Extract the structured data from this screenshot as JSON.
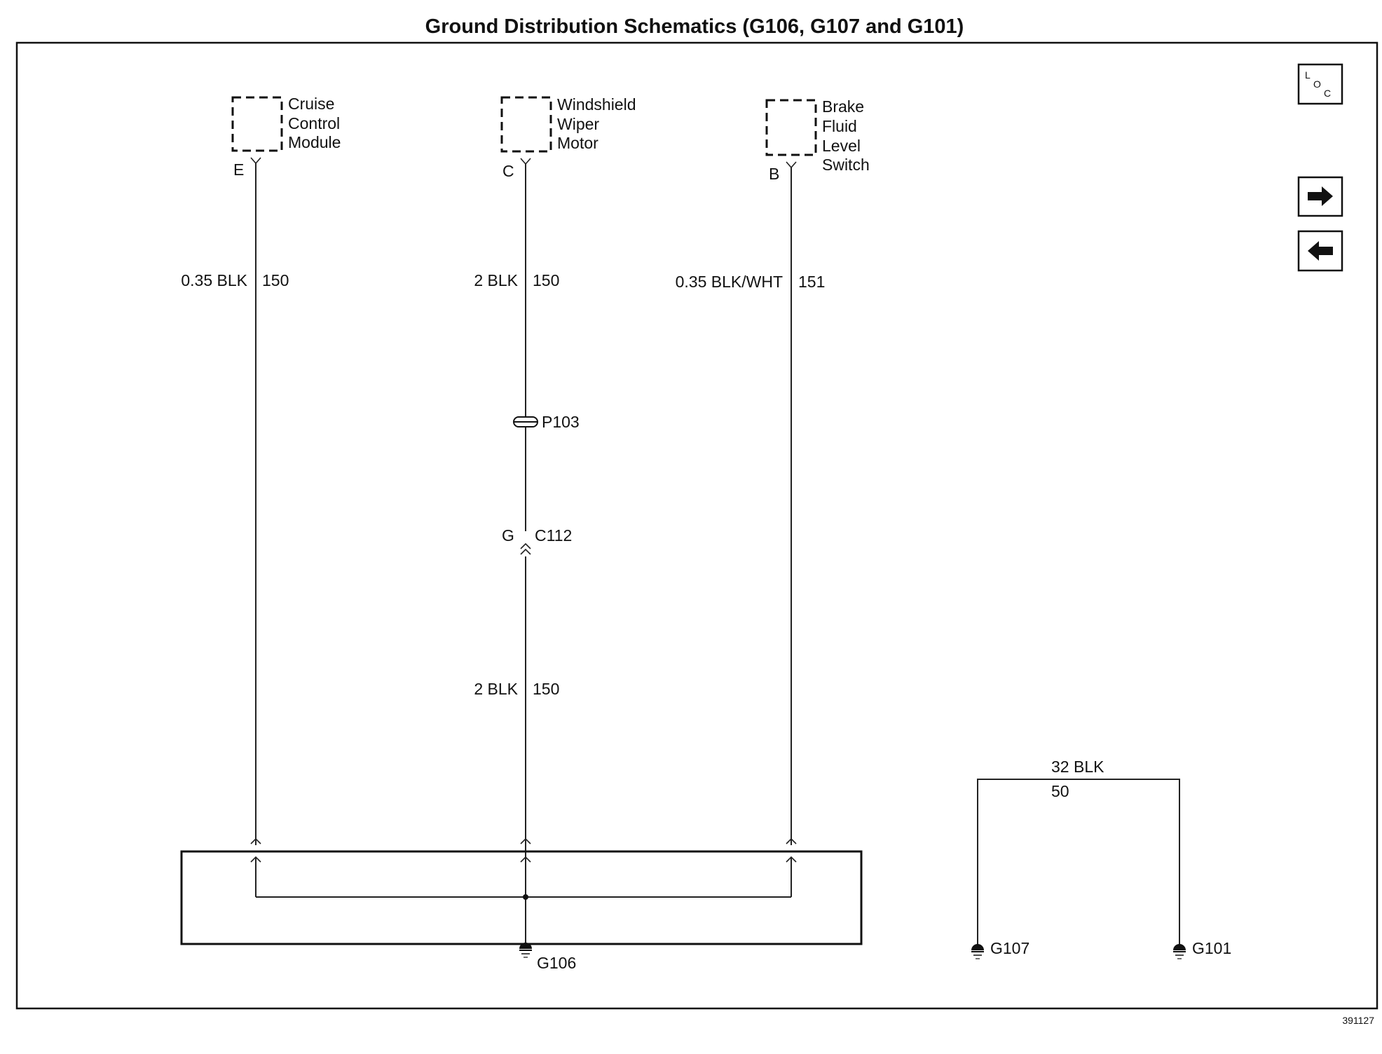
{
  "title": "Ground Distribution Schematics (G106, G107 and G101)",
  "components": {
    "cruise": {
      "lines": [
        "Cruise",
        "Control",
        "Module"
      ],
      "pin": "E",
      "wire_gauge": "0.35 BLK",
      "circuit": "150"
    },
    "wiper": {
      "lines": [
        "Windshield",
        "Wiper",
        "Motor"
      ],
      "pin": "C",
      "wire_gauge": "2 BLK",
      "circuit": "150"
    },
    "brake": {
      "lines": [
        "Brake",
        "Fluid",
        "Level",
        "Switch"
      ],
      "pin": "B",
      "wire_gauge": "0.35 BLK/WHT",
      "circuit": "151"
    }
  },
  "wiper_lower": {
    "wire_gauge": "2 BLK",
    "circuit": "150"
  },
  "splice": {
    "label": "P103"
  },
  "connector": {
    "pin": "G",
    "label": "C112"
  },
  "grounds": {
    "g106": "G106",
    "g107": "G107",
    "g101": "G101"
  },
  "ground_pair": {
    "wire_gauge": "32 BLK",
    "circuit": "50"
  },
  "nav": {
    "loc_l": "L",
    "loc_o": "O",
    "loc_c": "C",
    "next_icon": "arrow-right",
    "prev_icon": "arrow-left"
  },
  "figure_number": "391127"
}
